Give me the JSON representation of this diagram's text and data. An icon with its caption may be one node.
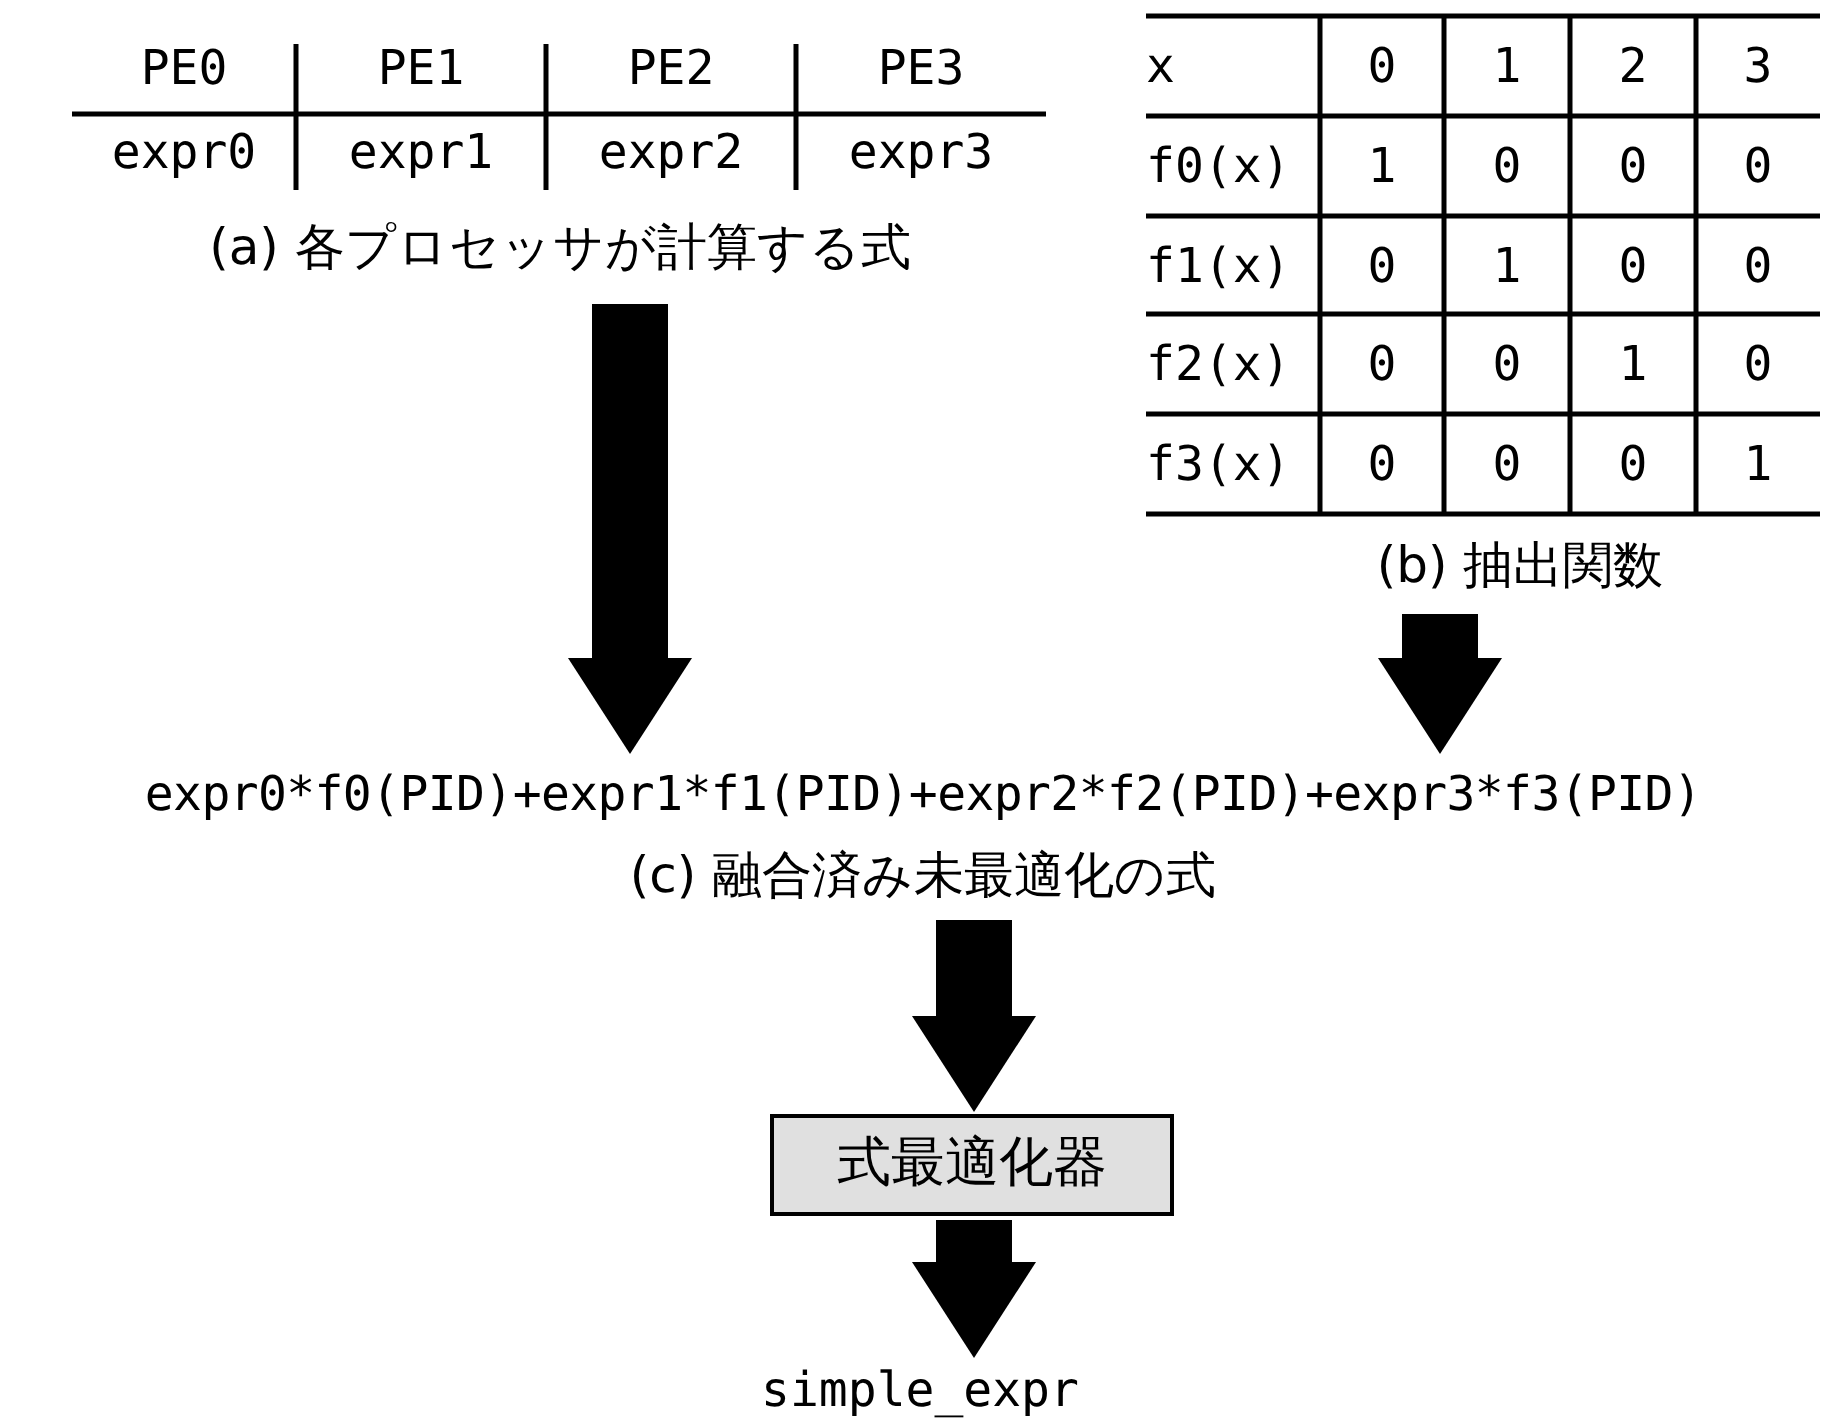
{
  "diagram": {
    "nodes": [
      {
        "text": [
          "(a) 各プロセッサが計算する式"
        ]
      },
      {
        "text": [
          "(b) 抽出関数"
        ]
      },
      {
        "text": [
          "expr0*f0(PID)+expr1*f1(PID)+expr2*f2(PID)+expr3*f3(PID)",
          "(c) 融合済み未最適化の式"
        ]
      },
      {
        "text": [
          "式最適化器"
        ]
      },
      {
        "text": [
          "simple_expr"
        ]
      }
    ],
    "edges": [
      {
        "from": 0,
        "to": 2,
        "arrow": "to"
      },
      {
        "from": 1,
        "to": 2,
        "arrow": "to"
      },
      {
        "from": 2,
        "to": 3,
        "arrow": "to"
      },
      {
        "from": 3,
        "to": 4,
        "arrow": "to"
      }
    ],
    "labels": [
      "PE0",
      "PE1",
      "PE2",
      "PE3",
      "expr0",
      "expr1",
      "expr2",
      "expr3",
      "x",
      "0",
      "1",
      "2",
      "3",
      "f0(x)",
      "1",
      "0",
      "0",
      "0",
      "f1(x)",
      "0",
      "1",
      "0",
      "0",
      "f2(x)",
      "0",
      "0",
      "1",
      "0",
      "f3(x)",
      "0",
      "0",
      "0",
      "1"
    ]
  }
}
